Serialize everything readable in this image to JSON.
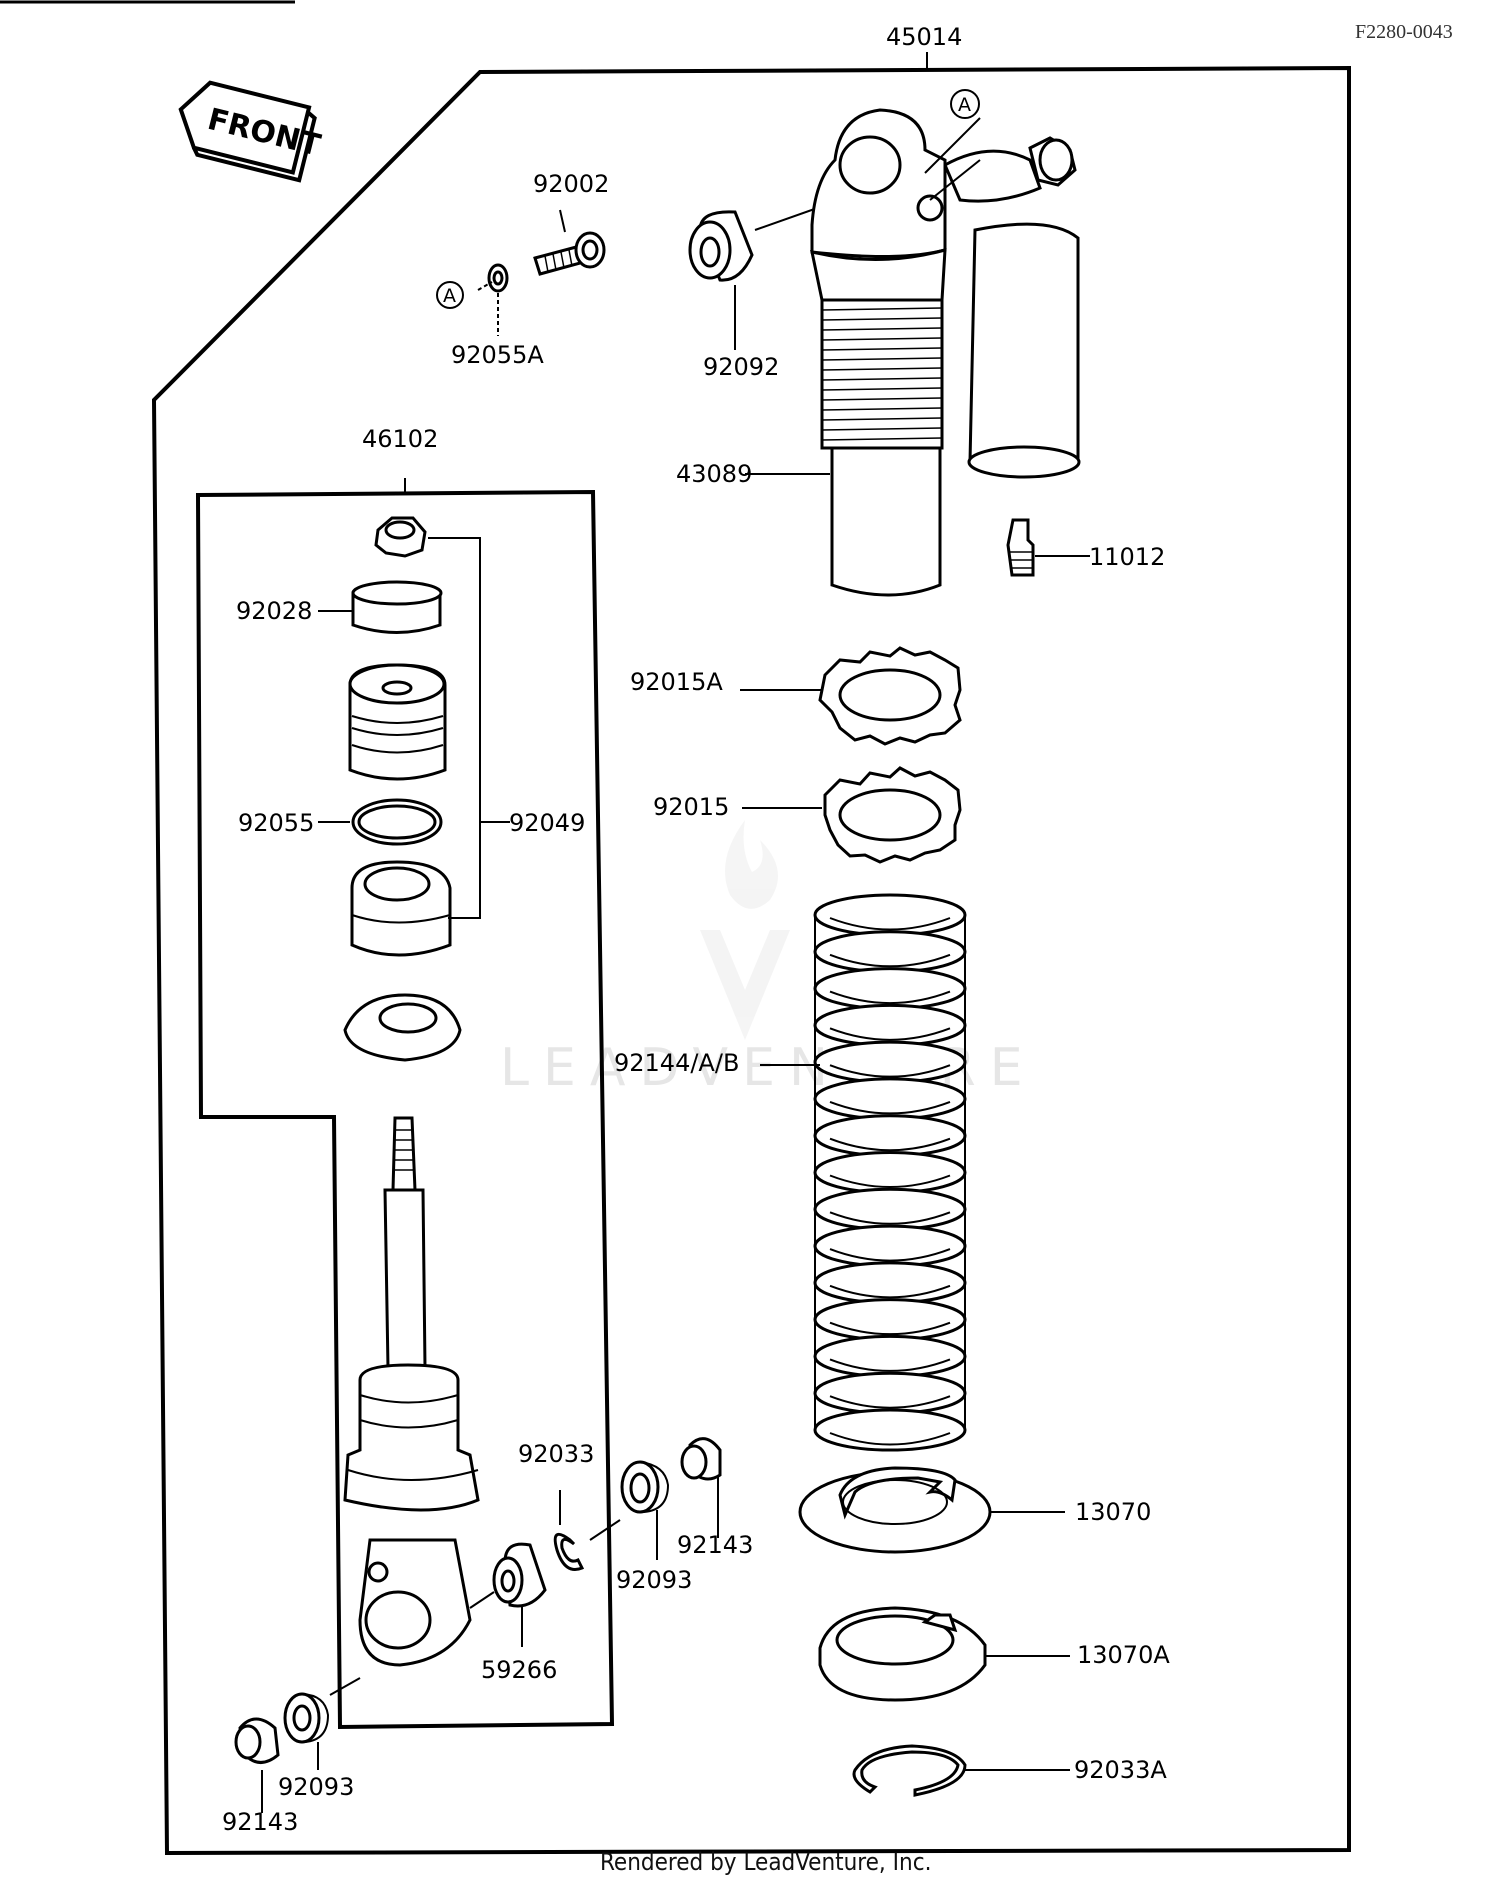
{
  "ref_code": "F2280-0043",
  "front_label": "FRONT",
  "footer": "Rendered by LeadVenture, Inc.",
  "watermark": "LEADVENTURE",
  "callout_marker": "A",
  "parts": {
    "p45014": "45014",
    "p92002": "92002",
    "p92055A": "92055A",
    "p92092": "92092",
    "p43089": "43089",
    "p11012": "11012",
    "p46102": "46102",
    "p92028": "92028",
    "p92015A": "92015A",
    "p92015": "92015",
    "p92055": "92055",
    "p92049": "92049",
    "p92144": "92144/A/B",
    "p92033": "92033",
    "p92143a": "92143",
    "p92093a": "92093",
    "p13070": "13070",
    "p59266": "59266",
    "p13070A": "13070A",
    "p92093b": "92093",
    "p92143b": "92143",
    "p92033A": "92033A"
  }
}
